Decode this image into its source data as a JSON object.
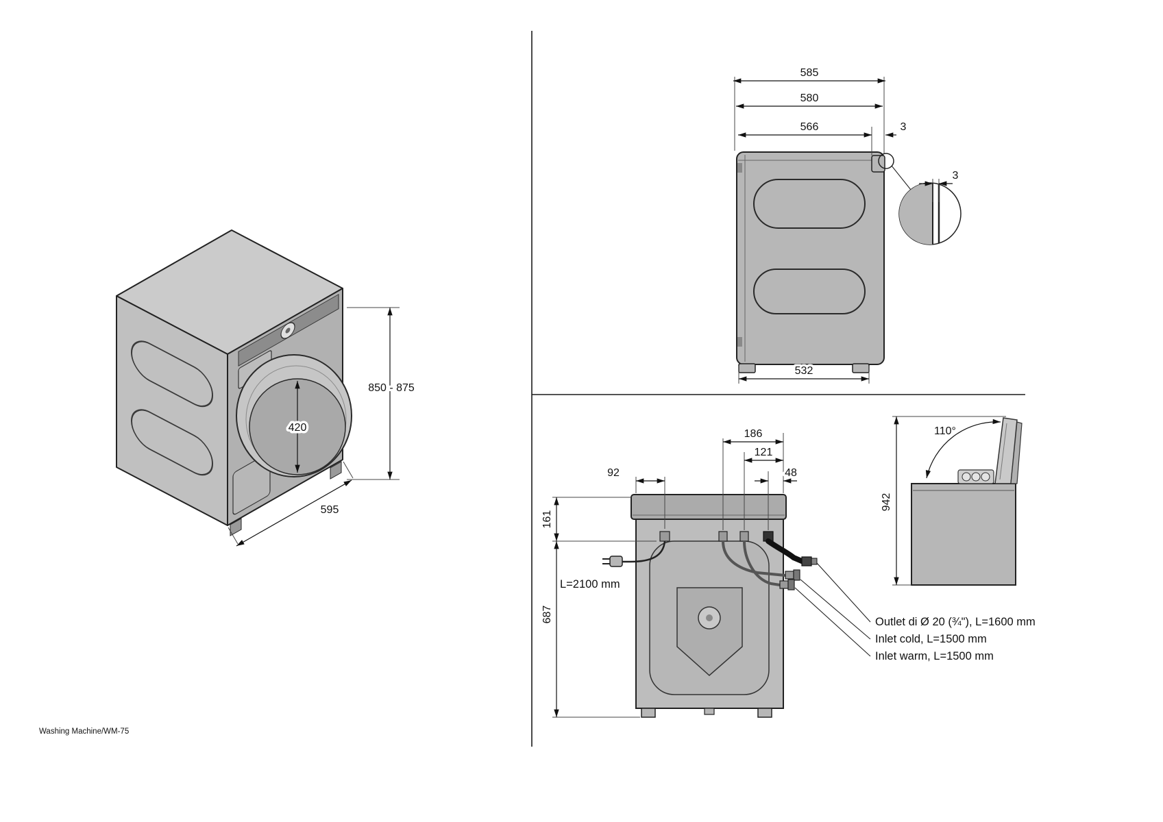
{
  "footer": {
    "label": "Washing Machine/WM-75"
  },
  "iso_view": {
    "height_dim": "850 - 875",
    "door_dim": "420",
    "width_dim": "595"
  },
  "side_view": {
    "dim_585": "585",
    "dim_580": "580",
    "dim_566": "566",
    "dim_gap": "3",
    "detail_gap": "3",
    "dim_532": "532"
  },
  "rear_view": {
    "dim_186": "186",
    "dim_121": "121",
    "dim_48": "48",
    "dim_92": "92",
    "dim_161": "161",
    "dim_687": "687",
    "cord_length": "L=2100 mm",
    "label_outlet": "Outlet di Ø 20 (¾\"), L=1600 mm",
    "label_inlet_cold": "Inlet cold, L=1500 mm",
    "label_inlet_warm": "Inlet warm, L=1500 mm"
  },
  "lid_view": {
    "angle": "110°",
    "dim_942": "942"
  }
}
